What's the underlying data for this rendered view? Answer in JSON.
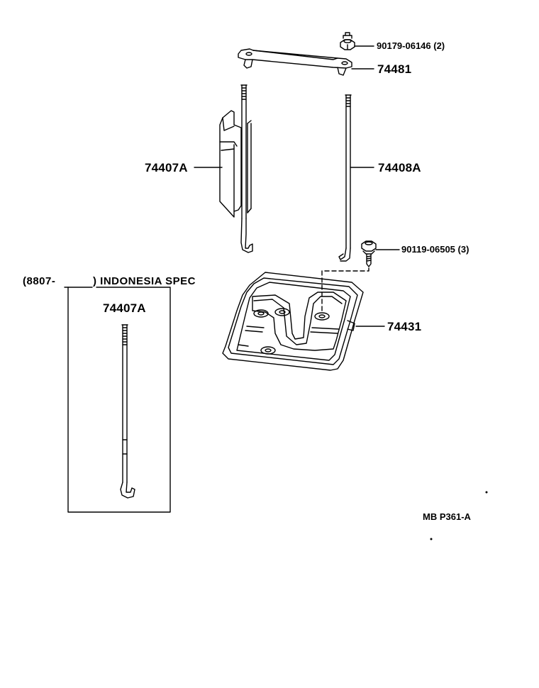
{
  "labels": {
    "nut_top": "90179-06146 (2)",
    "clamp": "74481",
    "rod_left": "74407A",
    "rod_right": "74408A",
    "bolt": "90119-06505 (3)",
    "tray": "74431",
    "spec_prefix": "(8807-",
    "spec_suffix": ") INDONESIA  SPEC",
    "spec_rod": "74407A",
    "drawing_code": "MB  P361-A"
  }
}
